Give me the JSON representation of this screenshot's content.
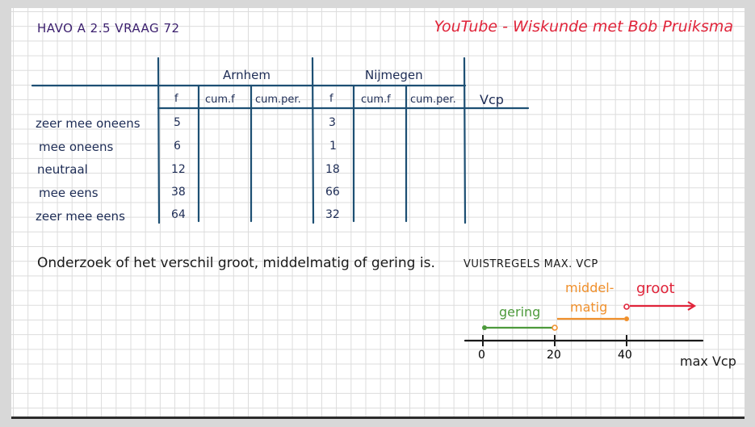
{
  "header": {
    "title": "HAVO A 2.5 VRAAG 72",
    "channel": "YouTube - Wiskunde met Bob Pruiksma"
  },
  "table": {
    "groups": [
      "Arnhem",
      "Nijmegen"
    ],
    "columns": [
      "f",
      "cum.f",
      "cum.per.",
      "f",
      "cum.f",
      "cum.per.",
      "Vcp"
    ],
    "rows": [
      {
        "label": "zeer mee oneens",
        "arnhem_f": "5",
        "nijmegen_f": "3"
      },
      {
        "label": "mee oneens",
        "arnhem_f": "6",
        "nijmegen_f": "1"
      },
      {
        "label": "neutraal",
        "arnhem_f": "12",
        "nijmegen_f": "18"
      },
      {
        "label": "mee eens",
        "arnhem_f": "38",
        "nijmegen_f": "66"
      },
      {
        "label": "zeer mee eens",
        "arnhem_f": "64",
        "nijmegen_f": "32"
      }
    ]
  },
  "question": "Onderzoek of het verschil groot, middelmatig of gering is.",
  "rules_title": "VUISTREGELS MAX. VCP",
  "numberline": {
    "ticks": [
      "0",
      "20",
      "40"
    ],
    "axis_label": "max Vcp",
    "gering": "gering",
    "middel_1": "middel-",
    "middel_2": "matig",
    "groot": "groot"
  },
  "colors": {
    "table": "#1d4f73",
    "title": "#3b1f6e",
    "channel": "#e0243a",
    "gering": "#4d9a3c",
    "middelmatig": "#f0902c",
    "groot": "#e0243a"
  }
}
